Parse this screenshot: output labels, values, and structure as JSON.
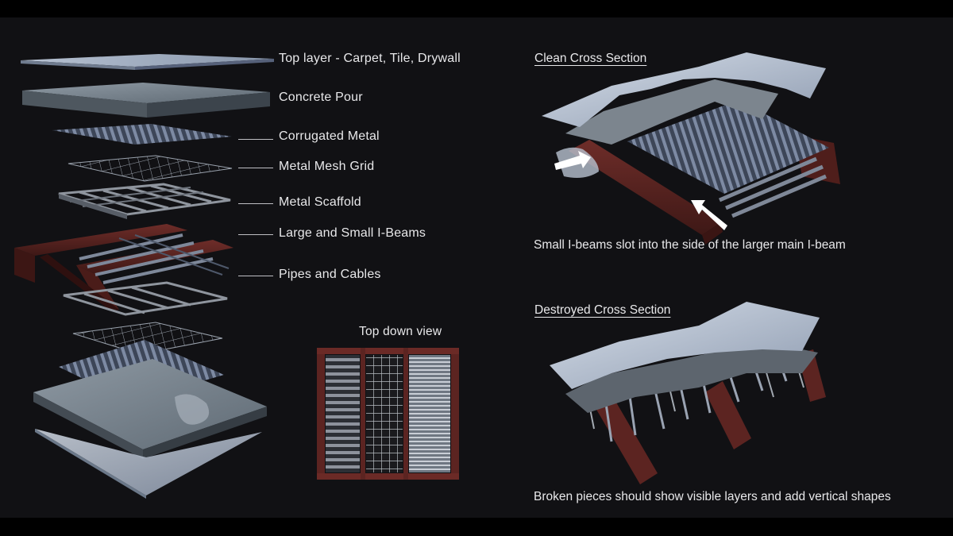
{
  "layers": [
    {
      "id": "top-layer",
      "label": "Top layer - Carpet, Tile, Drywall"
    },
    {
      "id": "concrete-pour",
      "label": "Concrete Pour"
    },
    {
      "id": "corrugated-metal",
      "label": "Corrugated Metal"
    },
    {
      "id": "metal-mesh-grid",
      "label": "Metal Mesh Grid"
    },
    {
      "id": "metal-scaffold",
      "label": "Metal Scaffold"
    },
    {
      "id": "i-beams",
      "label": "Large and Small I-Beams"
    },
    {
      "id": "pipes-cables",
      "label": "Pipes and Cables"
    }
  ],
  "top_down": {
    "title": "Top down view"
  },
  "clean_section": {
    "heading": "Clean Cross Section",
    "caption": "Small I-beams slot into the side of the larger main I-beam"
  },
  "destroyed_section": {
    "heading": "Destroyed Cross Section",
    "caption": "Broken pieces should show visible layers and add vertical shapes"
  },
  "colors": {
    "background": "#111114",
    "text": "#e8e8ea",
    "beam_red": "#5c2421",
    "concrete": "#8d97a0",
    "metal_blue": "#5b6a82",
    "top_layer": "#a9b4c6"
  }
}
